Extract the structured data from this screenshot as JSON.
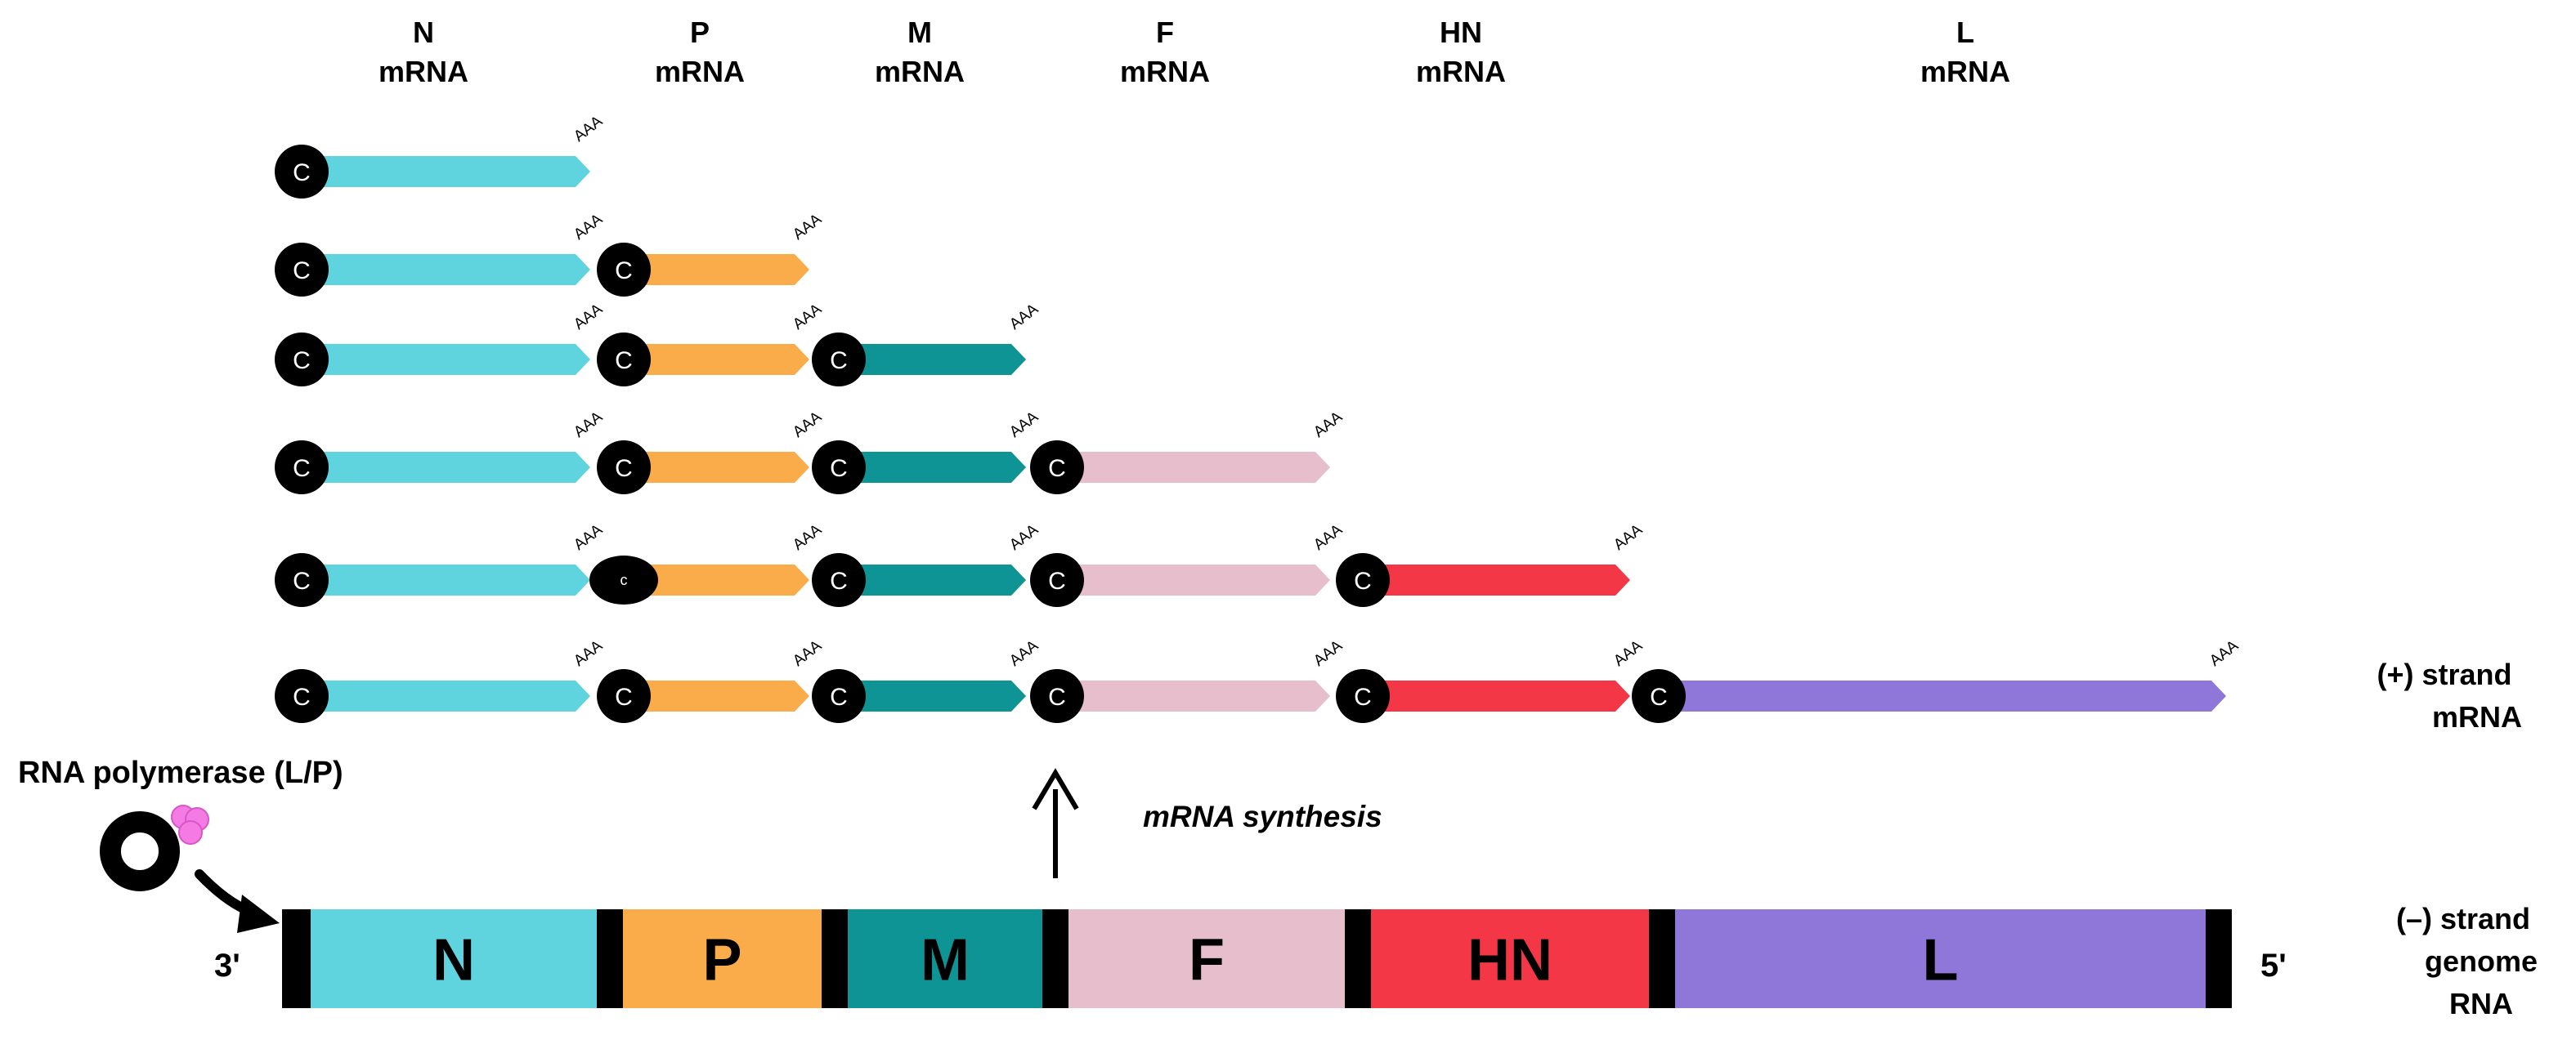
{
  "headers": [
    {
      "gene": "N",
      "sub": "mRNA"
    },
    {
      "gene": "P",
      "sub": "mRNA"
    },
    {
      "gene": "M",
      "sub": "mRNA"
    },
    {
      "gene": "F",
      "sub": "mRNA"
    },
    {
      "gene": "HN",
      "sub": "mRNA"
    },
    {
      "gene": "L",
      "sub": "mRNA"
    }
  ],
  "cap_label": "C",
  "small_cap_label": "c",
  "polya_label": "AAA",
  "gene_colors": {
    "N": "#5fd3de",
    "P": "#fbac4a",
    "M": "#0e9494",
    "F": "#e7bfcc",
    "HN": "#f33746",
    "L": "#8e77d9"
  },
  "transcript_rows": [
    [
      "N"
    ],
    [
      "N",
      "P"
    ],
    [
      "N",
      "P",
      "M"
    ],
    [
      "N",
      "P",
      "M",
      "F"
    ],
    [
      "N",
      "P",
      "M",
      "F",
      "HN"
    ],
    [
      "N",
      "P",
      "M",
      "F",
      "HN",
      "L"
    ]
  ],
  "plus_strand": {
    "line1": "(+) strand",
    "line2": "mRNA"
  },
  "polymerase_label": "RNA polymerase (L/P)",
  "polymerase_colors": {
    "ring": "#000000",
    "subunit": "#f47be3"
  },
  "mrna_synthesis_label": "mRNA synthesis",
  "genome": {
    "end3": "3'",
    "end5": "5'",
    "segments": [
      "N",
      "P",
      "M",
      "F",
      "HN",
      "L"
    ]
  },
  "minus_strand": {
    "line1": "(–) strand",
    "line2": "genome",
    "line3": "RNA"
  }
}
